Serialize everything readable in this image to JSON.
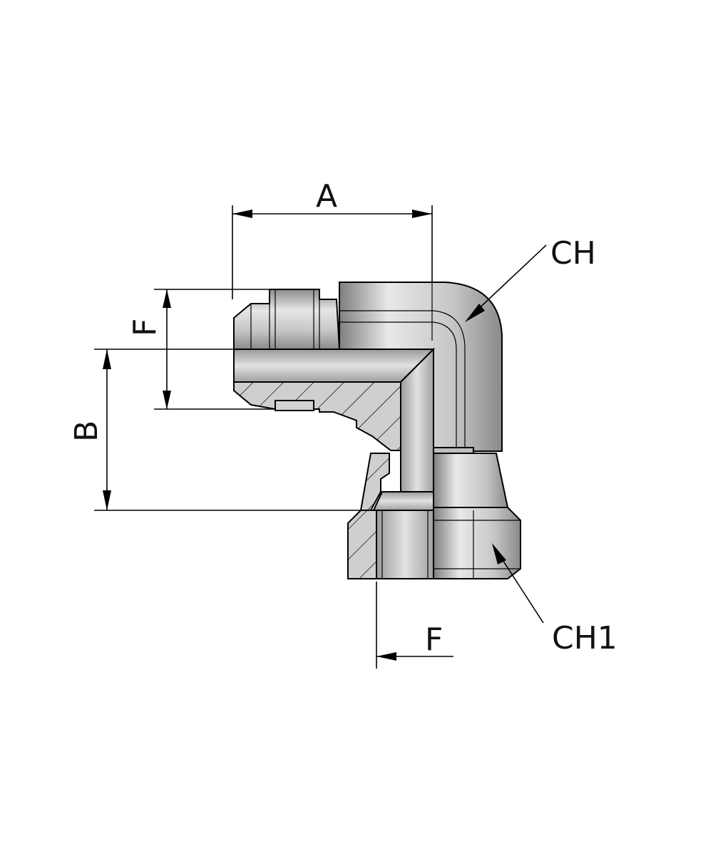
{
  "labels": {
    "dim_a": "A",
    "dim_b": "B",
    "dim_f_left": "F",
    "dim_f_bottom": "F",
    "ch": "CH",
    "ch1": "CH1"
  },
  "colors": {
    "steel_light": "#dcdcdc",
    "steel_mid": "#b9b9b9",
    "steel_dark": "#8e8e8e",
    "section_face": "#c8c8c8",
    "line": "#000000"
  }
}
